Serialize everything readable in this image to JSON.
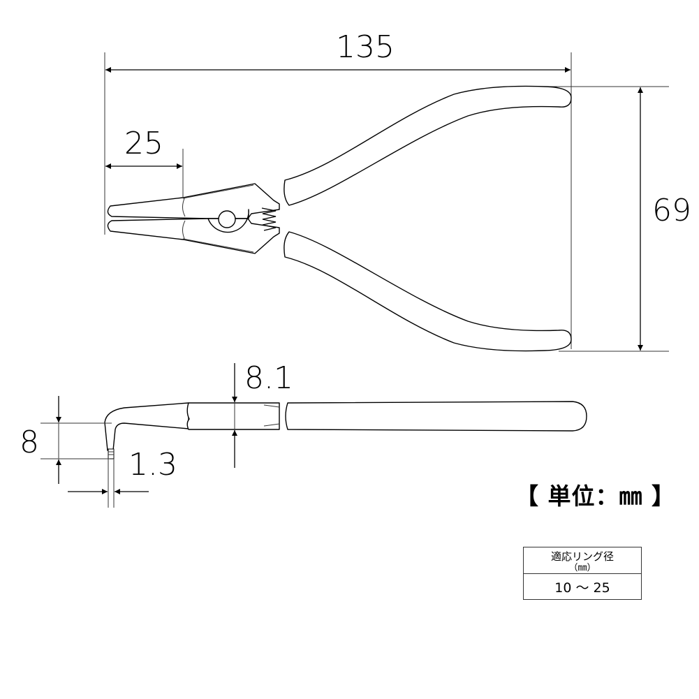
{
  "drawing": {
    "top_view": {
      "overall_length": "135",
      "jaw_length": "25",
      "open_width": "69"
    },
    "side_view": {
      "tip_height": "8",
      "tip_diameter": "1.3",
      "thickness": "8.1"
    }
  },
  "unit_label": "【 単位：㎜ 】",
  "spec_table": {
    "header": "適応リング径",
    "header_unit": "（㎜）",
    "value": "10 ～ 25"
  }
}
